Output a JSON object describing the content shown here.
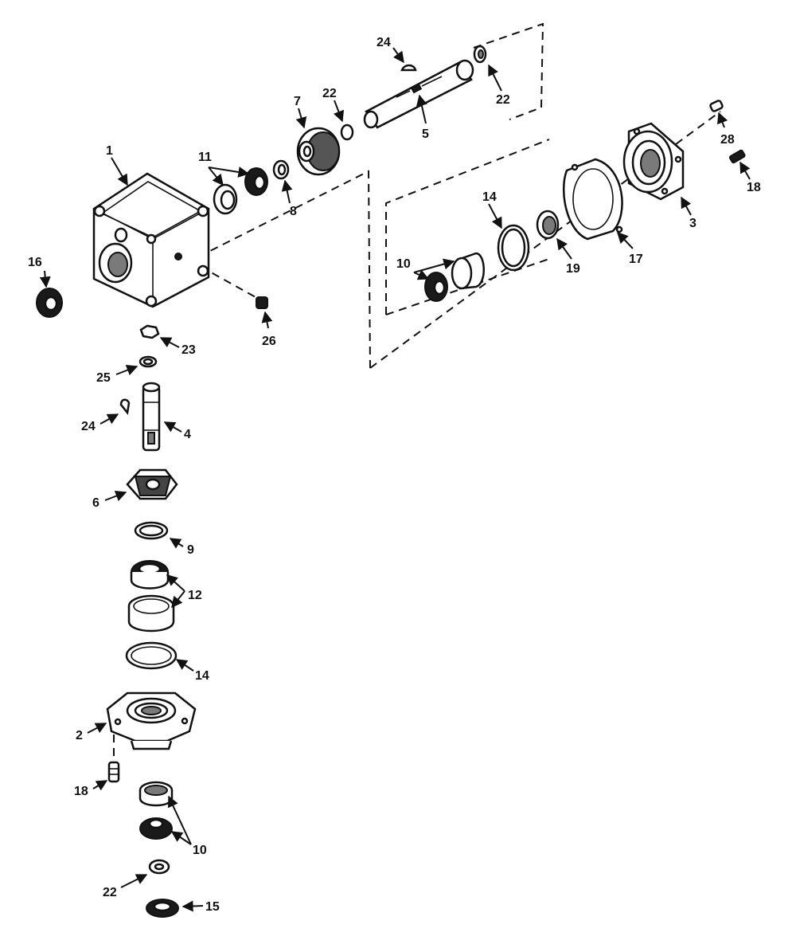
{
  "callouts": {
    "c1": "1",
    "c2": "2",
    "c3": "3",
    "c4": "4",
    "c5": "5",
    "c6": "6",
    "c7": "7",
    "c8": "8",
    "c9": "9",
    "c10a": "10",
    "c10b": "10",
    "c11": "11",
    "c12": "12",
    "c14a": "14",
    "c14b": "14",
    "c15": "15",
    "c16": "16",
    "c17": "17",
    "c18a": "18",
    "c18b": "18",
    "c19": "19",
    "c22a": "22",
    "c22b": "22",
    "c22c": "22",
    "c23": "23",
    "c24a": "24",
    "c24b": "24",
    "c25": "25",
    "c26": "26",
    "c28": "28"
  }
}
